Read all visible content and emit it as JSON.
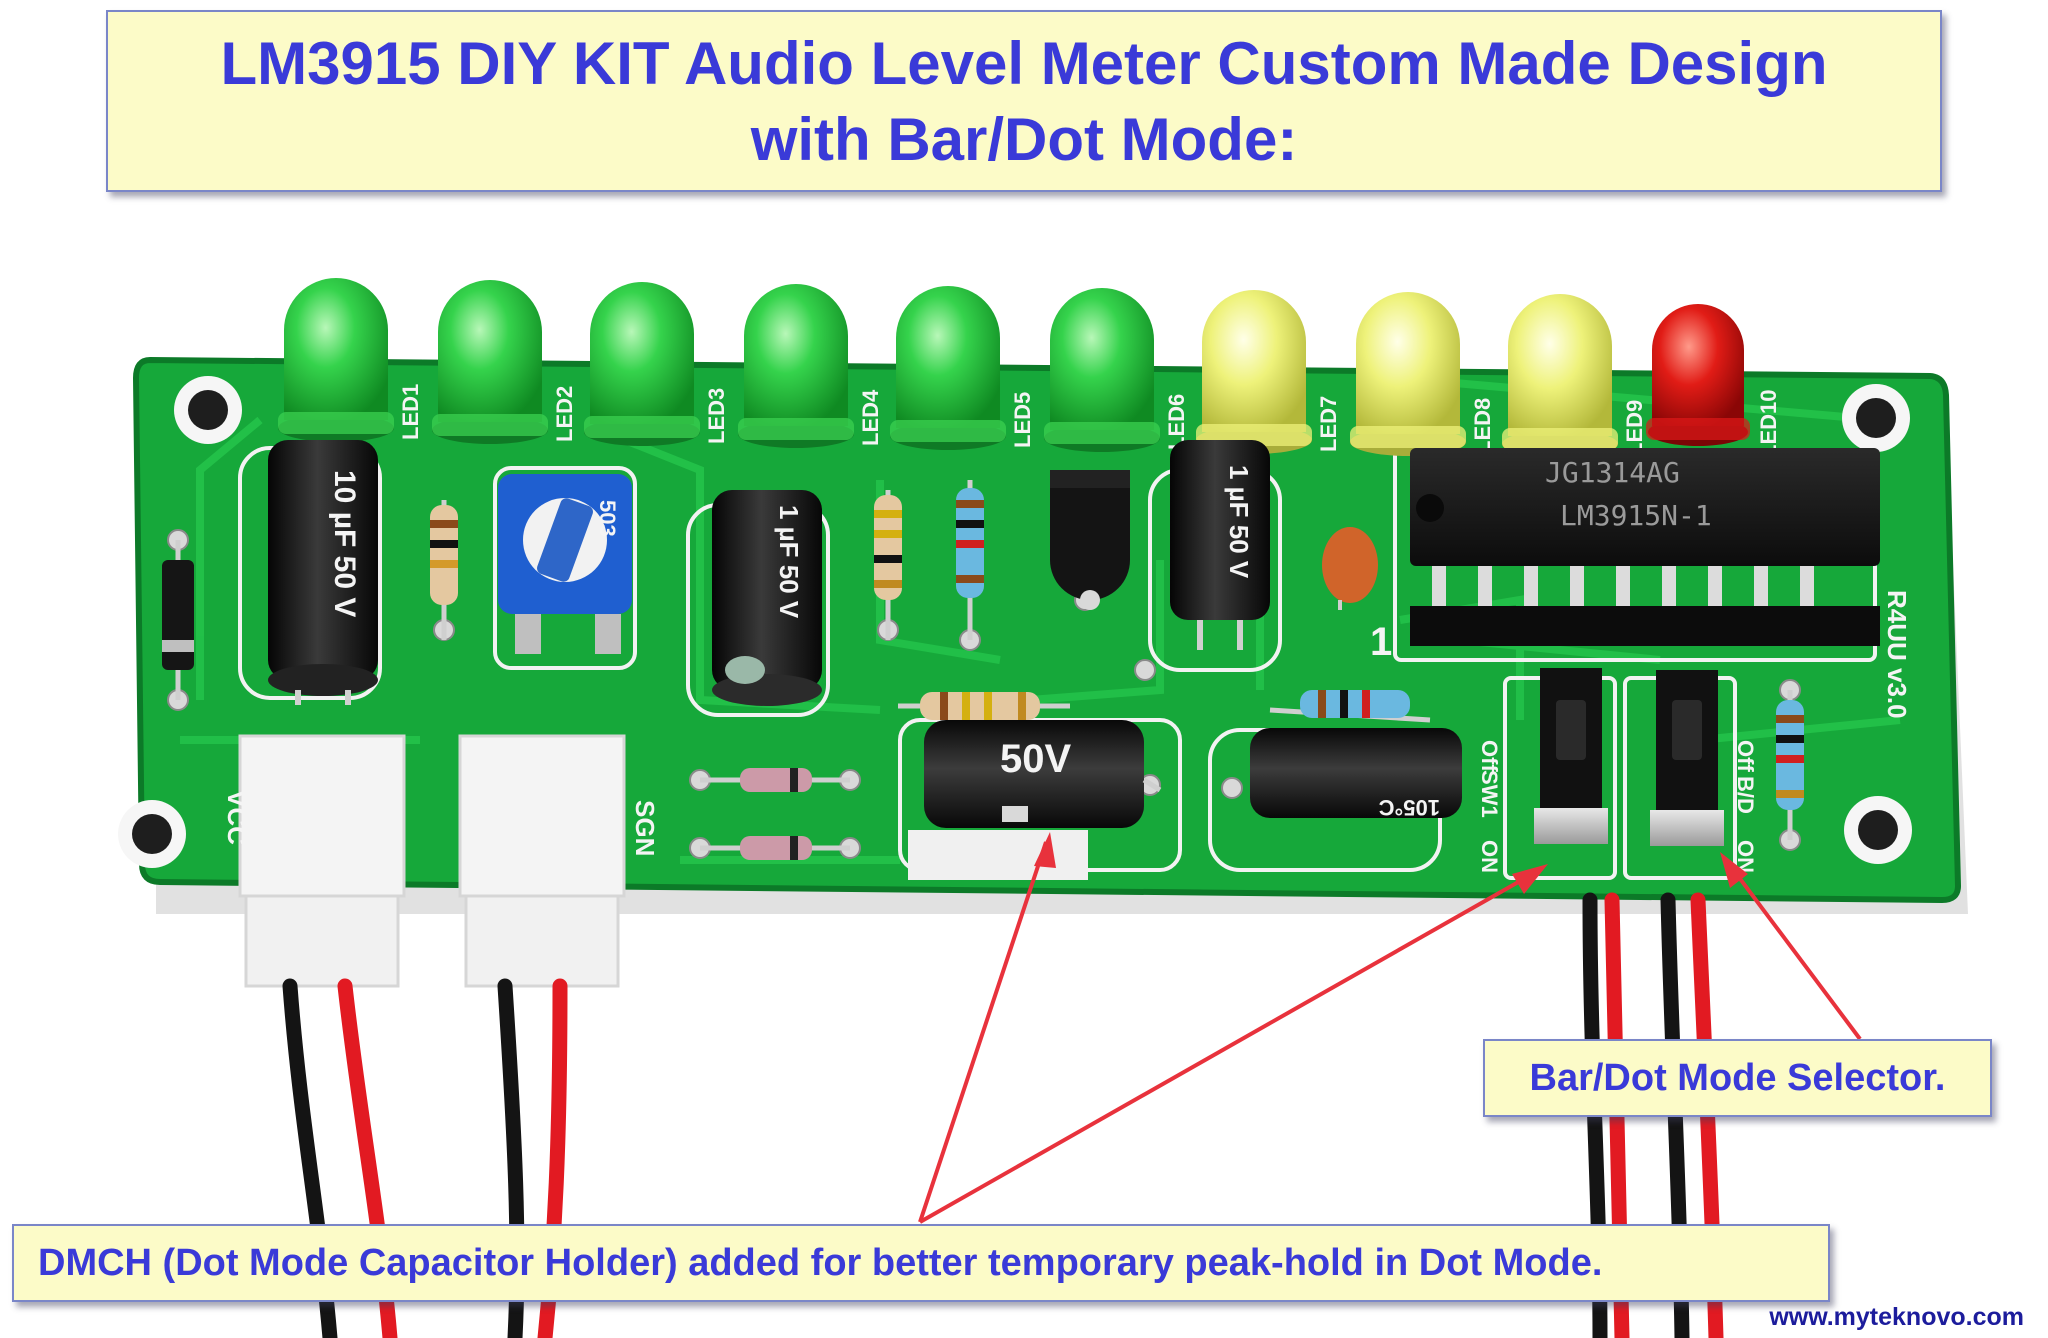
{
  "title": {
    "line1": "LM3915 DIY KIT Audio Level Meter Custom Made Design",
    "line2": "with Bar/Dot Mode:"
  },
  "callouts": {
    "selector": "Bar/Dot Mode Selector.",
    "dmch": "DMCH (Dot Mode Capacitor Holder) added for better temporary peak-hold in Dot Mode."
  },
  "website": "www.myteknovo.com",
  "board": {
    "led_labels": [
      "LED1",
      "LED2",
      "LED3",
      "LED4",
      "LED5",
      "LED6",
      "LED7",
      "LED8",
      "LED9",
      "LED10"
    ],
    "led_colors": [
      "green",
      "green",
      "green",
      "green",
      "green",
      "green",
      "yellow",
      "yellow",
      "yellow",
      "red"
    ],
    "chip_line1": "JG1314AG",
    "chip_line2": "LM3915N-1",
    "pin1_mark": "1",
    "version": "R4UU v3.0",
    "sw1_label": "SW1",
    "bd_label": "B/D",
    "off_label": "Off",
    "on_label": "ON",
    "sgn_label": "SGN",
    "vcc_label": "VCC",
    "cap_10uf": "10 µF 50 V",
    "cap_1uf": "1 µF 50 V",
    "cap_dmch": "50V",
    "cap_small": "105°C",
    "trimmer": "503"
  },
  "colors": {
    "pcb": "#16a83a",
    "pcb_edge": "#0c7a28",
    "callout_bg": "#fcfbc8",
    "callout_text": "#3a3ad8",
    "arrow": "#e8323c",
    "led_green": "#2fd04a",
    "led_yellow": "#e8f070",
    "led_red": "#e01818"
  }
}
